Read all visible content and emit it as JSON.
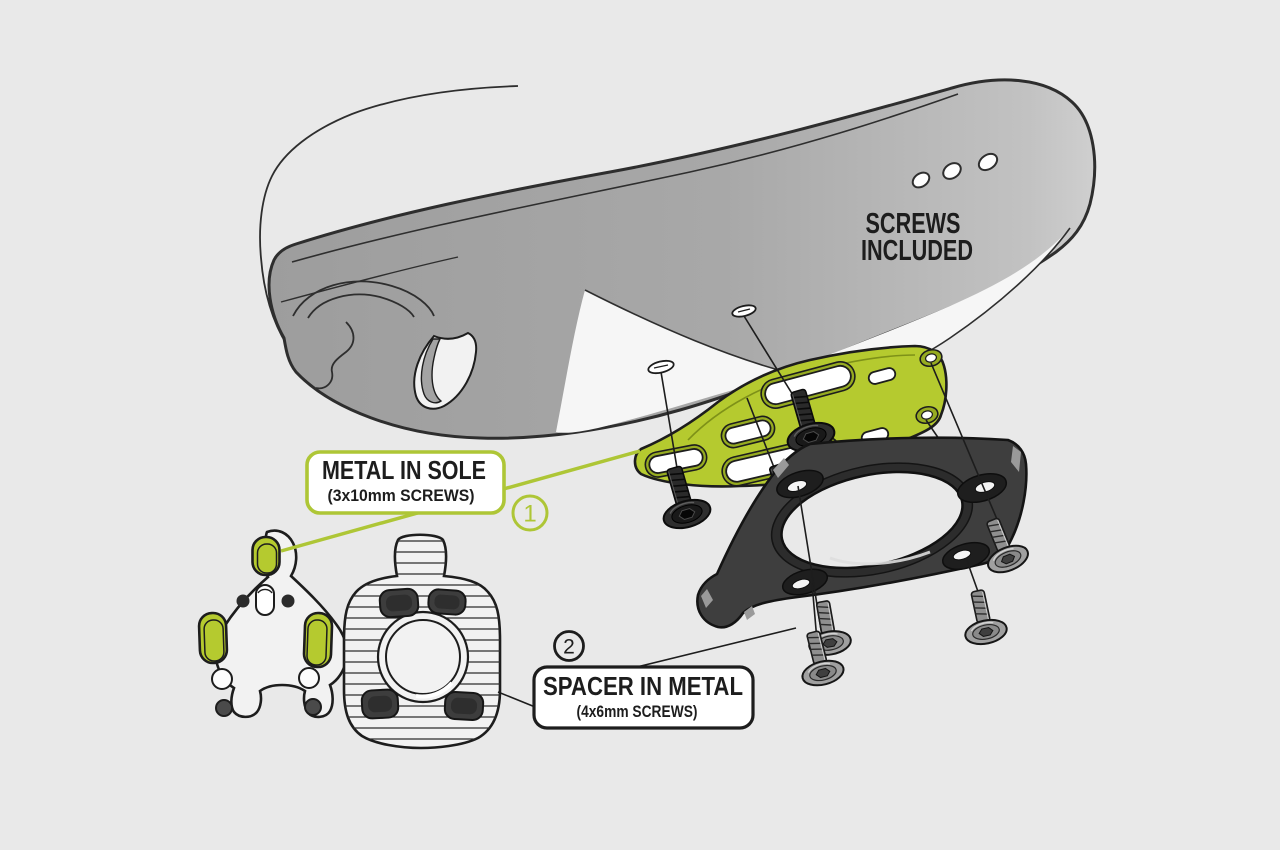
{
  "colors": {
    "bg": "#e9e9e9",
    "ink": "#1d1d1d",
    "outline": "#2e2e2e",
    "accent_green": "#aec636",
    "plate_green": "#b5ca2f",
    "plate_green_dark": "#96ab21",
    "sole_gray": "#a3a3a3",
    "sole_gray_light": "#c6c6c6",
    "underside_white": "#f6f6f6",
    "part_dark": "#3e3e3e",
    "part_light": "#f2f2f2",
    "screw_black": "#2e2e2e",
    "screw_gray": "#a0a0a0"
  },
  "note": {
    "line1": "SCREWS",
    "line2": "INCLUDED"
  },
  "callouts": [
    {
      "number": "1",
      "title": "METAL IN SOLE",
      "subtitle": "(3x10mm SCREWS)"
    },
    {
      "number": "2",
      "title": "SPACER IN METAL",
      "subtitle": "(4x6mm SCREWS)"
    }
  ]
}
